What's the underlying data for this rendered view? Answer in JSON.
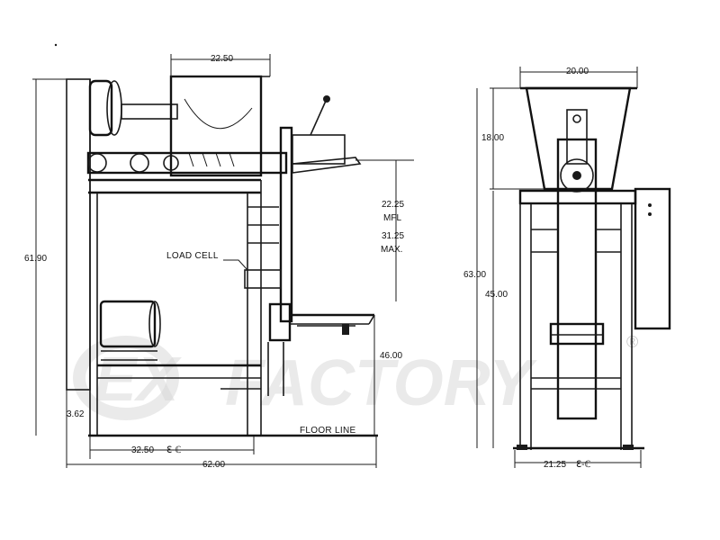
{
  "dimensions": {
    "side_top_width": "22.50",
    "side_total_height": "61.90",
    "side_mfl_height": "22.25",
    "side_mfl_label": "MFL",
    "side_max_height": "31.25",
    "side_max_label": "MAX.",
    "side_discharge_height": "46.00",
    "side_base_offset": "3.62",
    "side_half_width": "32.50",
    "side_total_width": "62.00",
    "front_top_width": "20.00",
    "front_hopper_height": "18.00",
    "front_total_height": "63.00",
    "front_frame_height": "45.00",
    "front_base_width": "21.25"
  },
  "labels": {
    "load_cell": "LOAD CELL",
    "floor_line": "FLOOR LINE",
    "centerline_mark_left": "ℇ-ℂ",
    "centerline_mark_right": "ℇ-ℂ"
  },
  "watermark": {
    "brand_prefix": "EX",
    "brand_name": "FACTORY",
    "registered_mark": "®"
  }
}
